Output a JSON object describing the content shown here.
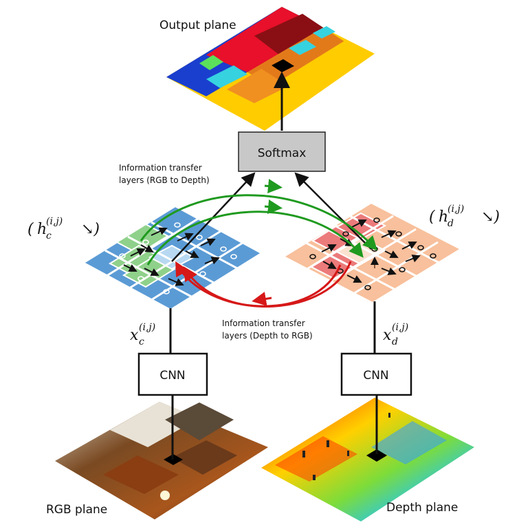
{
  "labels": {
    "output_plane": "Output plane",
    "softmax": "Softmax",
    "transfer_rgb_to_depth_line1": "Information transfer",
    "transfer_rgb_to_depth_line2": "layers (RGB to Depth)",
    "transfer_depth_to_rgb_line1": "Information transfer",
    "transfer_depth_to_rgb_line2": "layers (Depth to RGB)",
    "cnn_left": "CNN",
    "cnn_right": "CNN",
    "rgb_plane": "RGB plane",
    "depth_plane": "Depth plane"
  },
  "math": {
    "hc_open": "(",
    "hc_base": "h",
    "hc_sub": "c",
    "hc_sup": "(i,j)",
    "hc_arrow": "↘)",
    "hd_open": "(",
    "hd_base": "h",
    "hd_sub": "d",
    "hd_sup": "(i,j)",
    "hd_arrow": "↘)",
    "xc_base": "x",
    "xc_sub": "c",
    "xc_sup": "(i,j)",
    "xd_base": "x",
    "xd_sub": "d",
    "xd_sup": "(i,j)"
  },
  "colors": {
    "rgb_grid": "#5b9bd5",
    "rgb_grid_highlight": "#8fd18b",
    "depth_grid": "#f8c09c",
    "depth_grid_highlight": "#ec7b7b",
    "transfer_green": "#1f9a1f",
    "transfer_red": "#d61818",
    "softmax_fill": "#c8c8c8"
  }
}
